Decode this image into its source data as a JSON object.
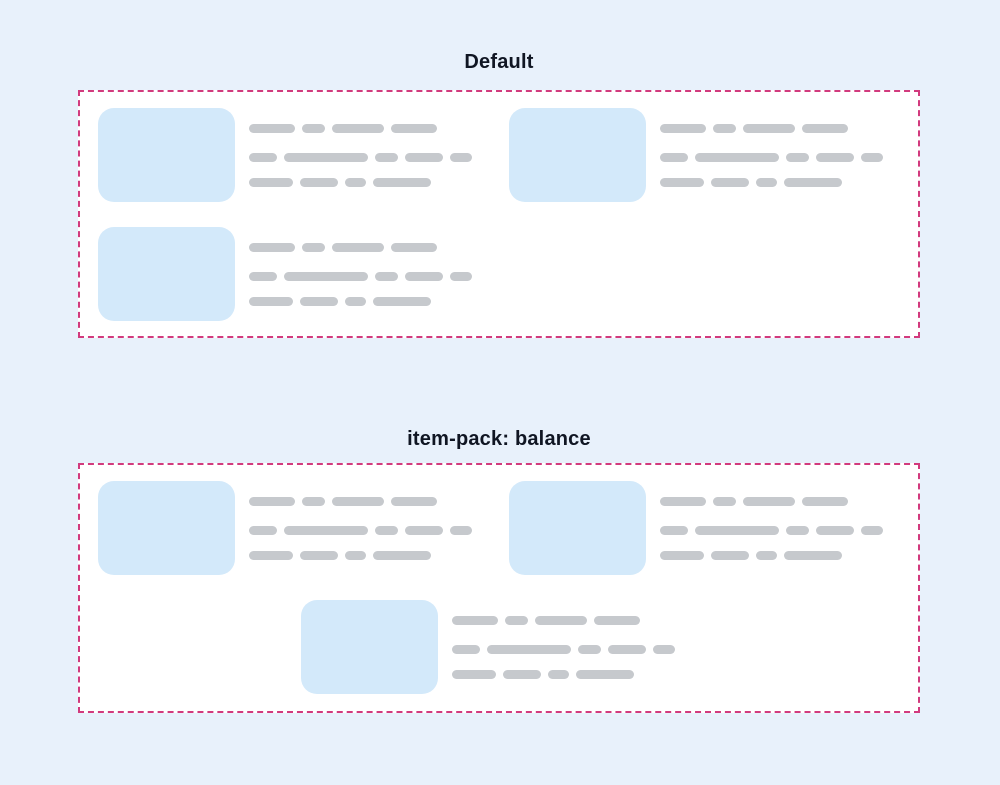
{
  "colors": {
    "page_background": "#e8f1fb",
    "panel_background": "#ffffff",
    "panel_border": "#d23a7d",
    "image_placeholder": "#d3e9fa",
    "text_pill": "#c6c9cd",
    "title_text": "#101623"
  },
  "sections": [
    {
      "name": "default",
      "title": "Default",
      "cards": [
        {
          "indent": 0
        },
        {
          "indent": 0
        },
        {
          "indent": 0
        }
      ]
    },
    {
      "name": "item-pack-balance",
      "title": "item-pack: balance",
      "cards": [
        {
          "indent": 0
        },
        {
          "indent": 0
        },
        {
          "indent": 203
        }
      ]
    }
  ],
  "card_skeleton": {
    "image": {
      "width": 137,
      "height": 94,
      "radius": 16
    },
    "lines": [
      {
        "pill_widths": [
          46,
          23,
          52,
          46
        ]
      },
      {
        "pill_widths": [
          28,
          84,
          23,
          38,
          22
        ]
      },
      {
        "pill_widths": [
          44,
          38,
          21,
          58
        ]
      }
    ]
  }
}
